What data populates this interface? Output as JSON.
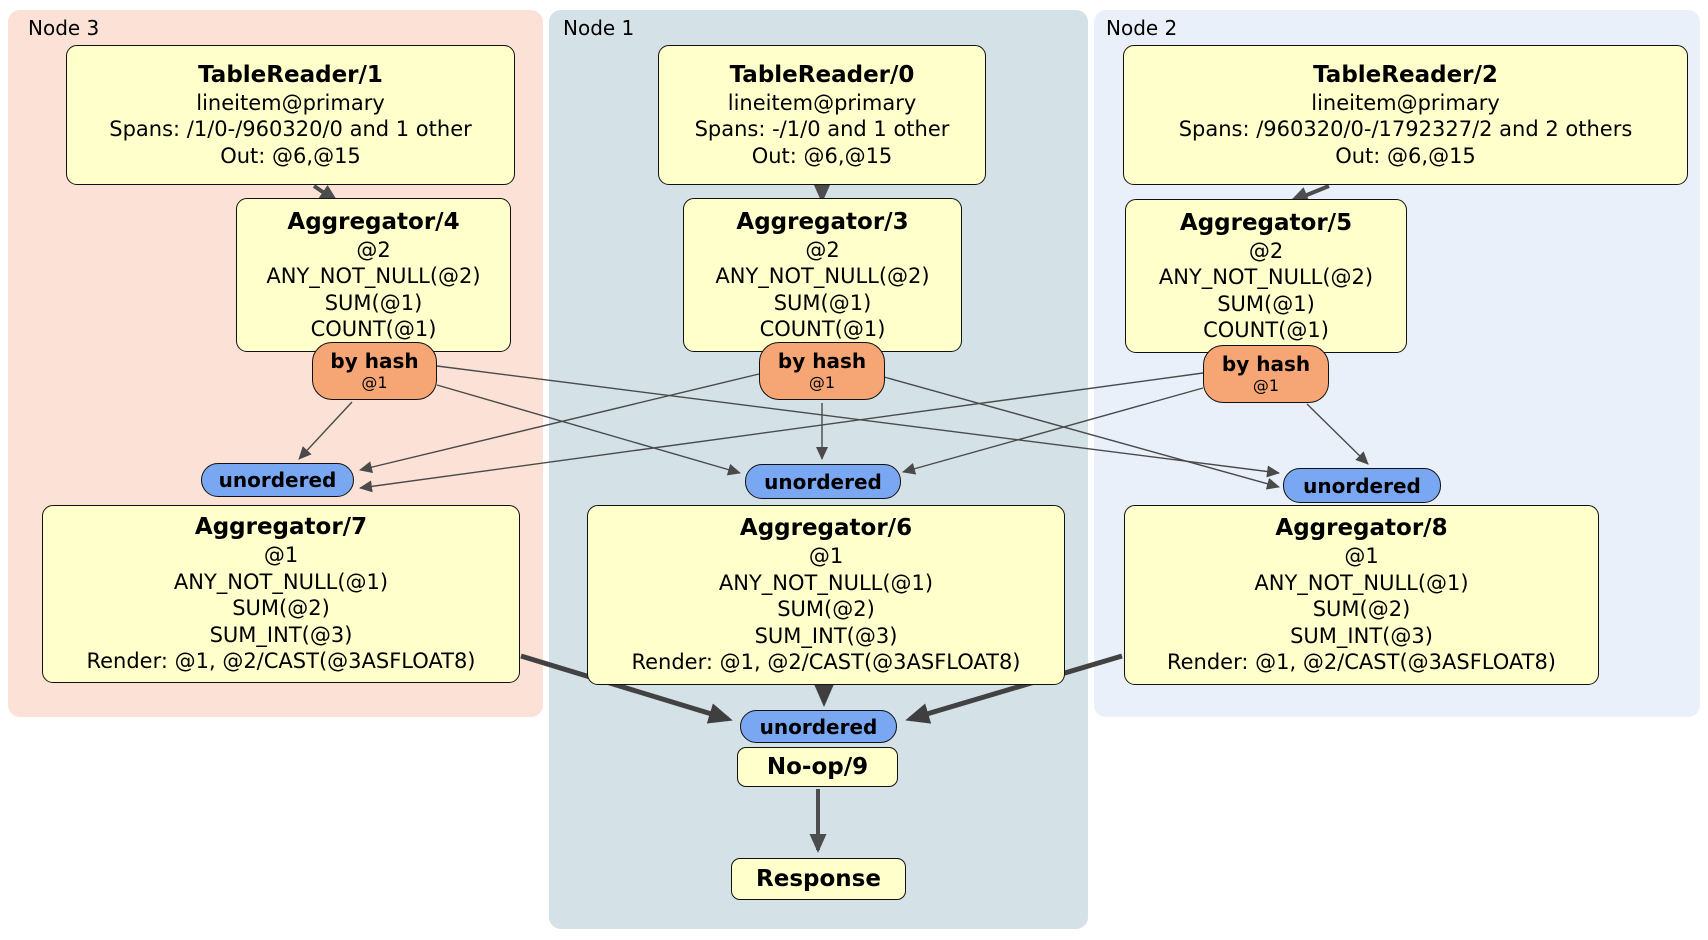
{
  "regions": {
    "node3": {
      "label": "Node 3",
      "bg": "#fce2d6"
    },
    "node1": {
      "label": "Node 1",
      "bg": "#d4e1e7"
    },
    "node2": {
      "label": "Node 2",
      "bg": "#eaf0fa"
    }
  },
  "processors": {
    "tablereader1": {
      "title": "TableReader/1",
      "lines": [
        "lineitem@primary",
        "Spans: /1/0-/960320/0 and 1 other",
        "Out: @6,@15"
      ]
    },
    "tablereader0": {
      "title": "TableReader/0",
      "lines": [
        "lineitem@primary",
        "Spans: -/1/0 and 1 other",
        "Out: @6,@15"
      ]
    },
    "tablereader2": {
      "title": "TableReader/2",
      "lines": [
        "lineitem@primary",
        "Spans: /960320/0-/1792327/2 and 2 others",
        "Out: @6,@15"
      ]
    },
    "aggregator4": {
      "title": "Aggregator/4",
      "lines": [
        "@2",
        "ANY_NOT_NULL(@2)",
        "SUM(@1)",
        "COUNT(@1)"
      ]
    },
    "aggregator3": {
      "title": "Aggregator/3",
      "lines": [
        "@2",
        "ANY_NOT_NULL(@2)",
        "SUM(@1)",
        "COUNT(@1)"
      ]
    },
    "aggregator5": {
      "title": "Aggregator/5",
      "lines": [
        "@2",
        "ANY_NOT_NULL(@2)",
        "SUM(@1)",
        "COUNT(@1)"
      ]
    },
    "aggregator7": {
      "title": "Aggregator/7",
      "lines": [
        "@1",
        "ANY_NOT_NULL(@1)",
        "SUM(@2)",
        "SUM_INT(@3)",
        "Render: @1, @2/CAST(@3ASFLOAT8)"
      ]
    },
    "aggregator6": {
      "title": "Aggregator/6",
      "lines": [
        "@1",
        "ANY_NOT_NULL(@1)",
        "SUM(@2)",
        "SUM_INT(@3)",
        "Render: @1, @2/CAST(@3ASFLOAT8)"
      ]
    },
    "aggregator8": {
      "title": "Aggregator/8",
      "lines": [
        "@1",
        "ANY_NOT_NULL(@1)",
        "SUM(@2)",
        "SUM_INT(@3)",
        "Render: @1, @2/CAST(@3ASFLOAT8)"
      ]
    },
    "noop9": {
      "title": "No-op/9"
    },
    "response": {
      "title": "Response"
    }
  },
  "routers": {
    "byhash_node3": {
      "label": "by hash",
      "detail": "@1"
    },
    "byhash_node1": {
      "label": "by hash",
      "detail": "@1"
    },
    "byhash_node2": {
      "label": "by hash",
      "detail": "@1"
    }
  },
  "streams": {
    "unordered_node3": {
      "label": "unordered"
    },
    "unordered_node1": {
      "label": "unordered"
    },
    "unordered_node2": {
      "label": "unordered"
    },
    "unordered_final": {
      "label": "unordered"
    }
  },
  "colors": {
    "processor_fill": "#ffffcc",
    "router_fill": "#f6a674",
    "stream_fill": "#7aa7f1",
    "border": "#000000",
    "edge": "#4a4a4a",
    "node3_bg": "#fce2d6",
    "node1_bg": "#d4e1e7",
    "node2_bg": "#eaf0fa"
  }
}
